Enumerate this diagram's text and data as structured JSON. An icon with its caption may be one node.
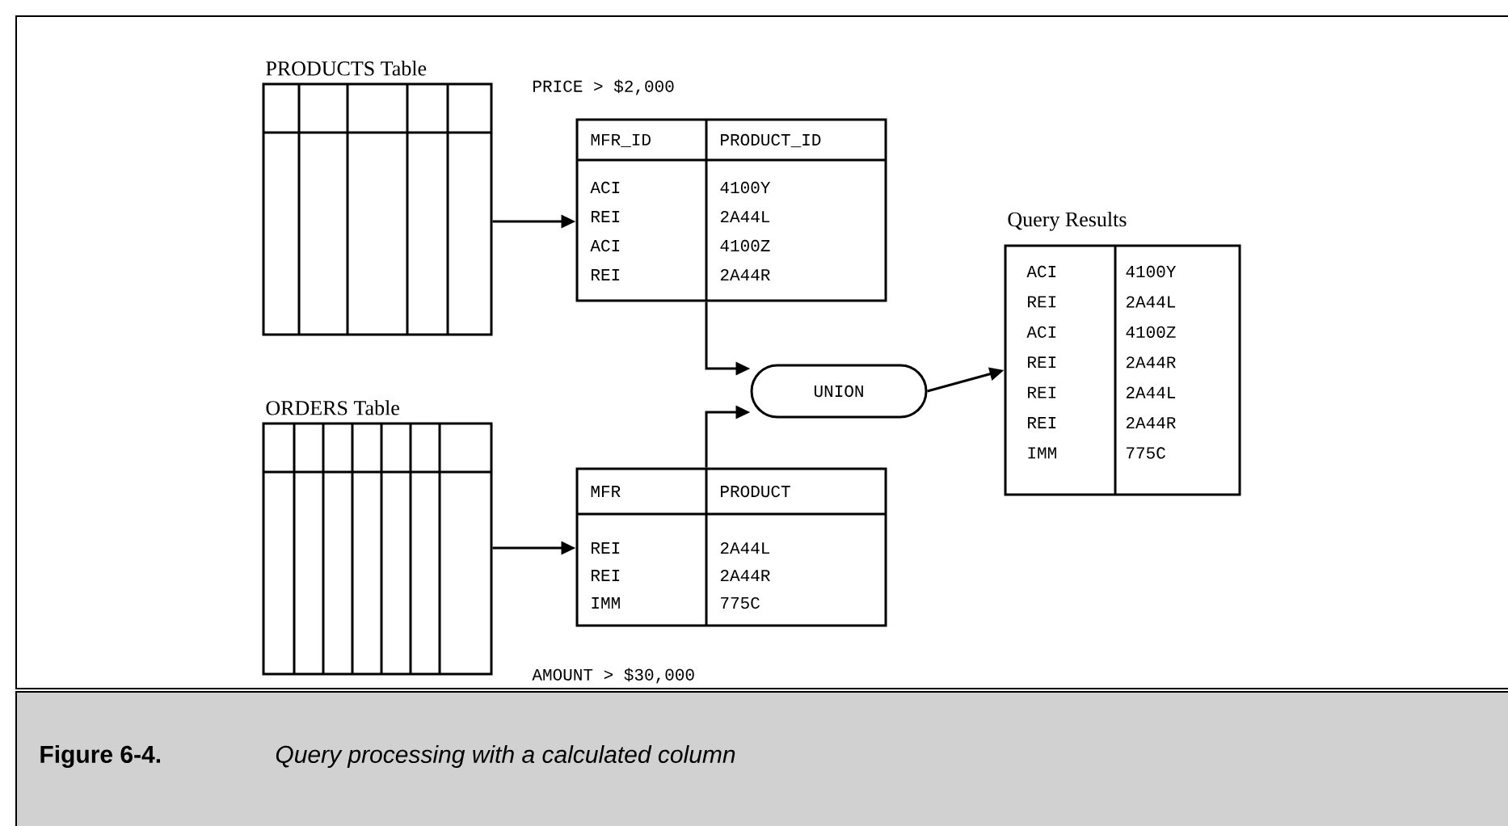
{
  "diagram": {
    "title": "Figure 6-4.",
    "caption": "Query processing with a calculated column",
    "nodes": [
      {
        "text": [
          "PRODUCTS Table"
        ]
      },
      {
        "text": [
          "MFR_ID",
          "PRODUCT_ID",
          "ACI",
          "4100Y",
          "REI",
          "2A44L",
          "ACI",
          "4100Z",
          "REI",
          "2A44R"
        ],
        "beside": [
          "PRICE > $2,000"
        ]
      },
      {
        "text": [
          "ORDERS Table"
        ]
      },
      {
        "text": [
          "MFR",
          "PRODUCT",
          "REI",
          "2A44L",
          "REI",
          "2A44R",
          "IMM",
          "775C"
        ],
        "beside": [
          "AMOUNT > $30,000"
        ]
      },
      {
        "text": [
          "UNION"
        ]
      },
      {
        "text": [
          "Query Results",
          "ACI",
          "4100Y",
          "REI",
          "2A44L",
          "ACI",
          "4100Z",
          "REI",
          "2A44R",
          "REI",
          "2A44L",
          "REI",
          "2A44R",
          "IMM",
          "775C"
        ]
      }
    ],
    "edges": [
      {
        "from": 0,
        "to": 1,
        "arrow": "to"
      },
      {
        "from": 2,
        "to": 3,
        "arrow": "to"
      },
      {
        "from": 1,
        "to": 4,
        "arrow": "to"
      },
      {
        "from": 3,
        "to": 4,
        "arrow": "to"
      },
      {
        "from": 4,
        "to": 5,
        "arrow": "to"
      }
    ]
  }
}
